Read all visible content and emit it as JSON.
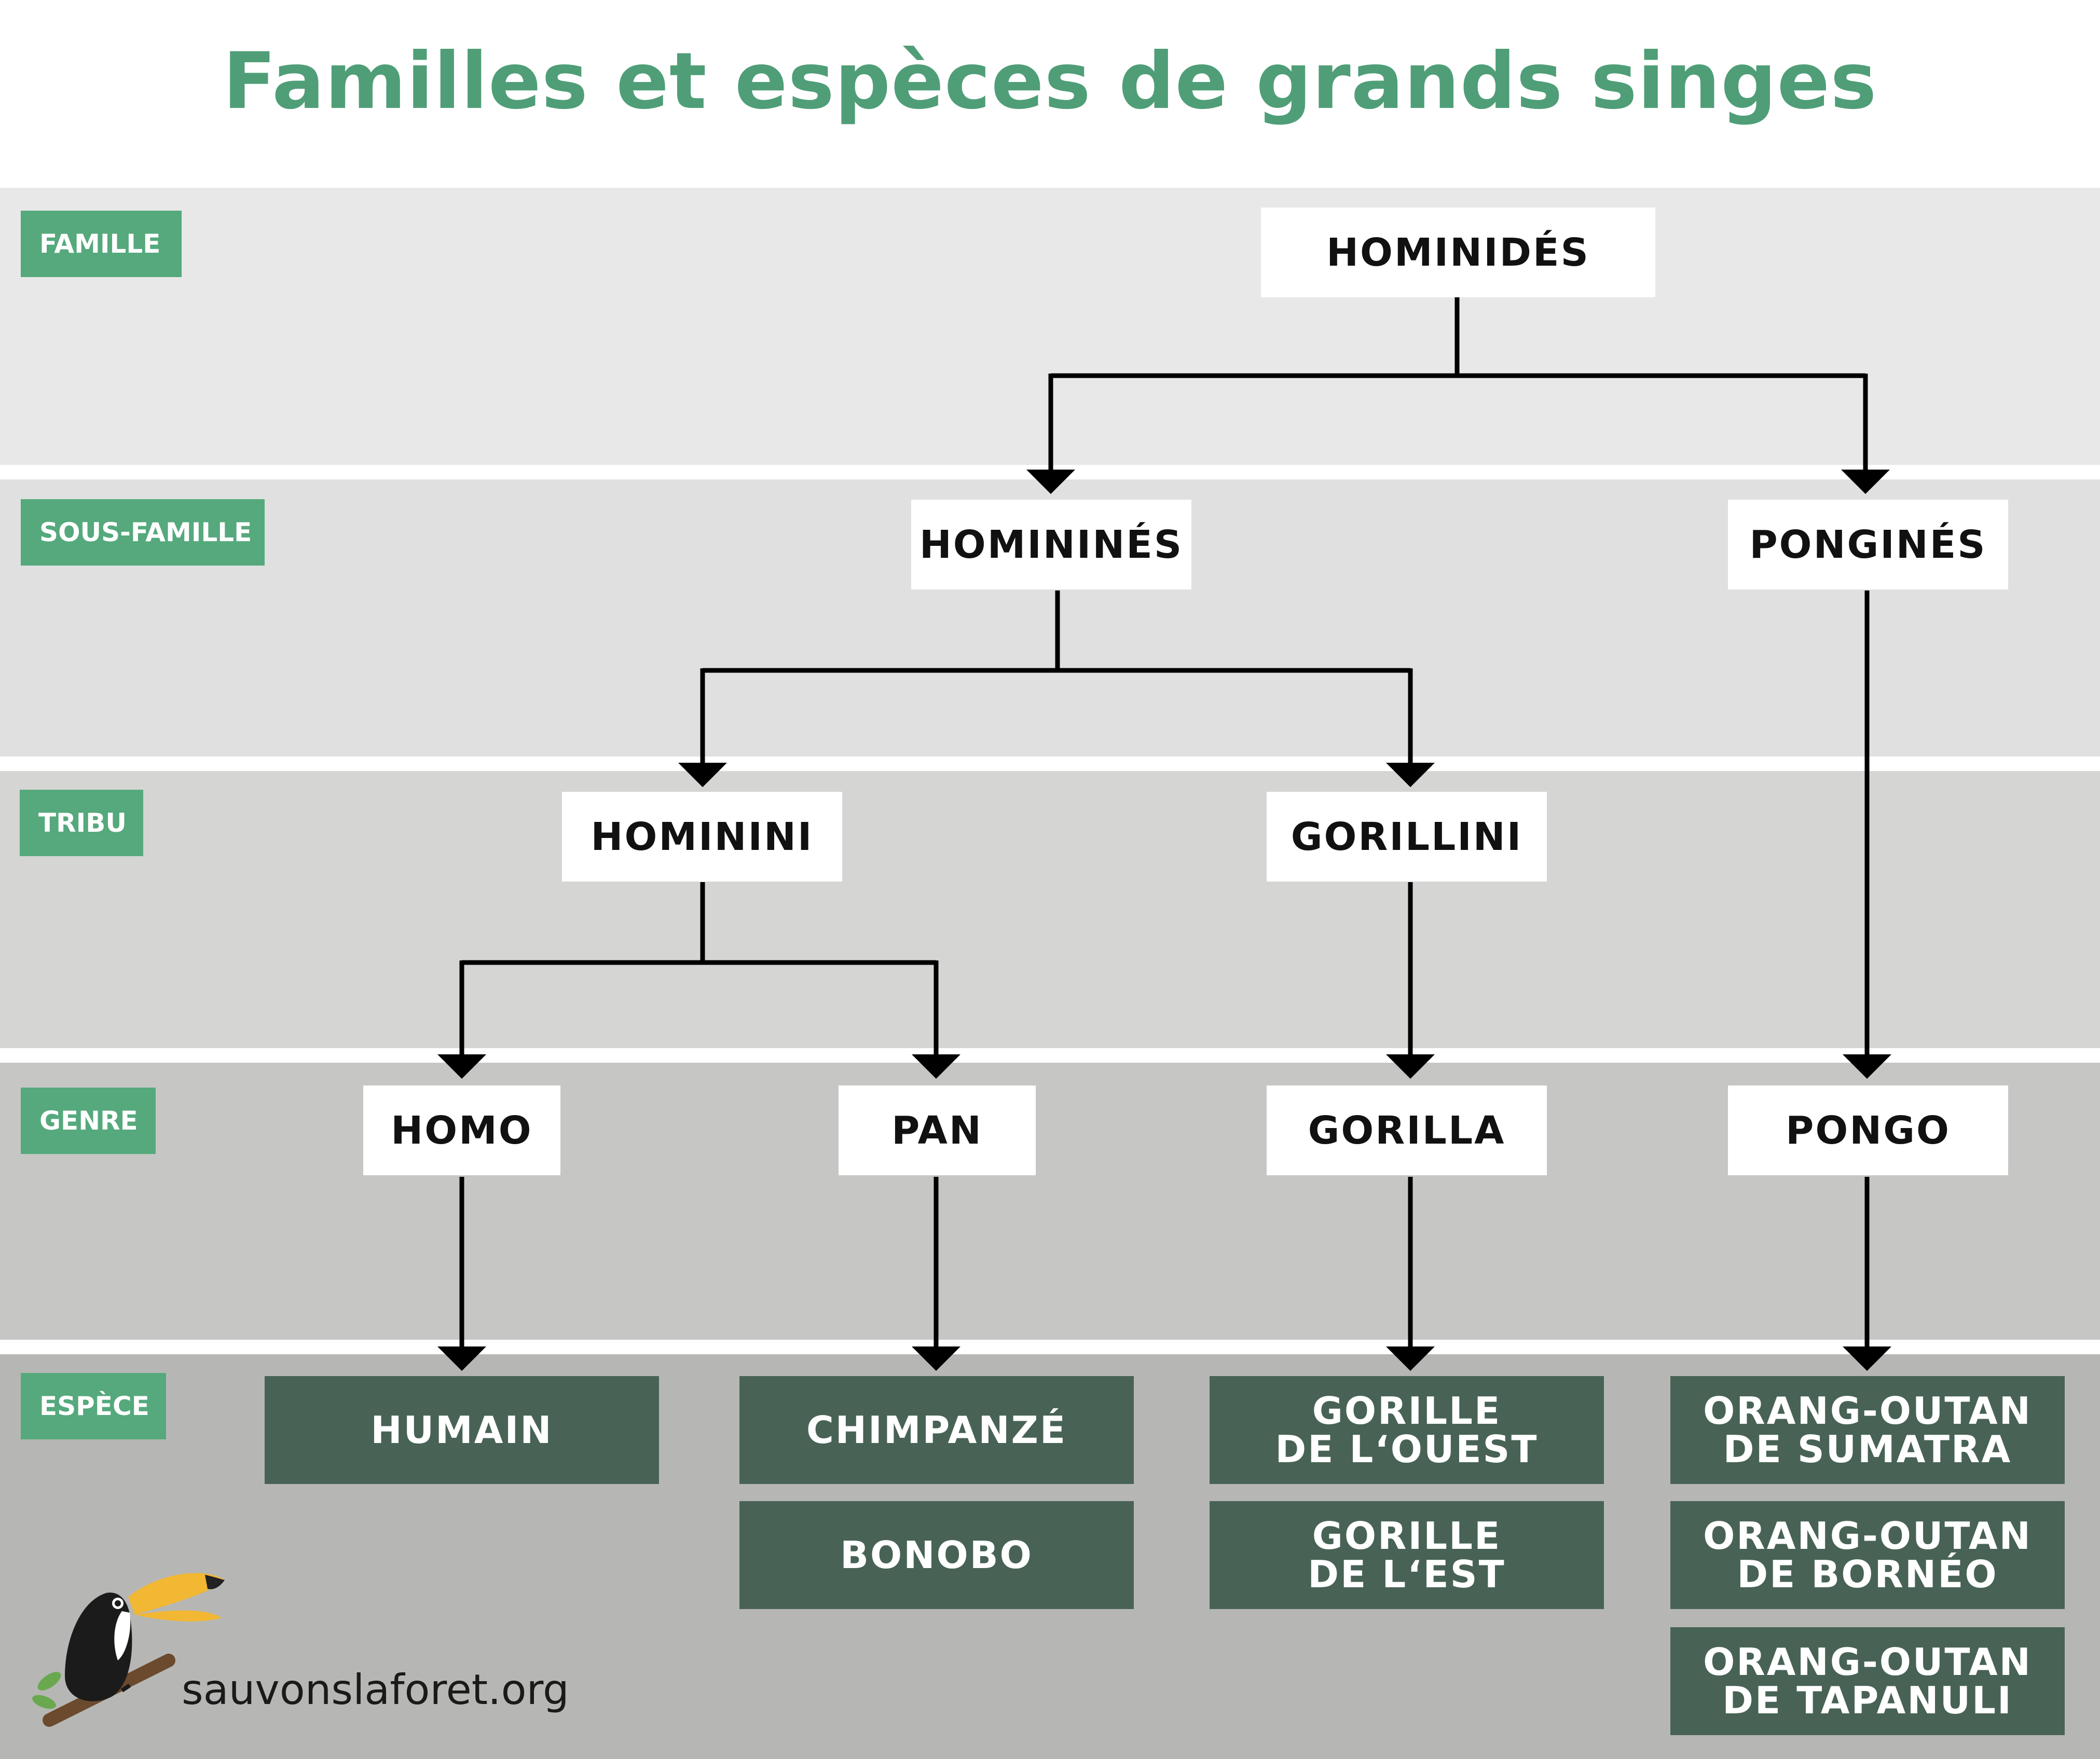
{
  "title": "Familles et espèces de grands singes",
  "ranks": {
    "famille": "FAMILLE",
    "sous_famille": "SOUS-FAMILLE",
    "tribu": "TRIBU",
    "genre": "GENRE",
    "espece": "ESPÈCE"
  },
  "nodes": {
    "hominides": "HOMINIDÉS",
    "homininés": "HOMININÉS",
    "pongines": "PONGINÉS",
    "hominini": "HOMININI",
    "gorillini": "GORILLINI",
    "homo": "HOMO",
    "pan": "PAN",
    "gorilla": "GORILLA",
    "pongo": "PONGO"
  },
  "species": {
    "humain": [
      "HUMAIN"
    ],
    "chimpanze": [
      "CHIMPANZÉ"
    ],
    "bonobo": [
      "BONOBO"
    ],
    "gorille_ouest": [
      "GORILLE",
      "DE L‘OUEST"
    ],
    "gorille_est": [
      "GORILLE",
      "DE L‘EST"
    ],
    "orang_sumatra": [
      "ORANG-OUTAN",
      "DE SUMATRA"
    ],
    "orang_borneo": [
      "ORANG-OUTAN",
      "DE BORNÉO"
    ],
    "orang_tapanuli": [
      "ORANG-OUTAN",
      "DE TAPANULI"
    ]
  },
  "brand": "sauvonslaforet.org",
  "colors": {
    "title": "#4f9e78",
    "rank_label": "#55a97c",
    "species_box": "#486355",
    "band_famille": "#e8e8e8",
    "band_sous_famille": "#e0e0e0",
    "band_tribu": "#d5d5d3",
    "band_genre": "#c6c7c5",
    "band_espece": "#b6b7b4"
  }
}
